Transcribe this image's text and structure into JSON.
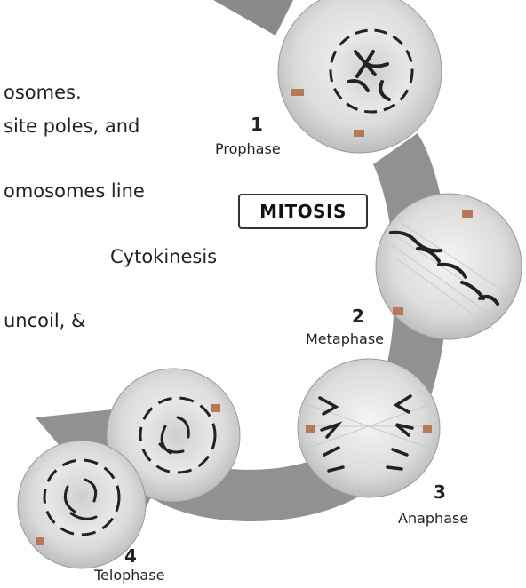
{
  "text_lines": [
    "osomes.",
    "site poles, and",
    "omosomes line",
    "Cytokinesis",
    "uncoil, &"
  ],
  "center_label": "MITOSIS",
  "phases": [
    {
      "number": "1",
      "name": "Prophase"
    },
    {
      "number": "2",
      "name": "Metaphase"
    },
    {
      "number": "3",
      "name": "Anaphase"
    },
    {
      "number": "4",
      "name": "Telophase"
    }
  ]
}
